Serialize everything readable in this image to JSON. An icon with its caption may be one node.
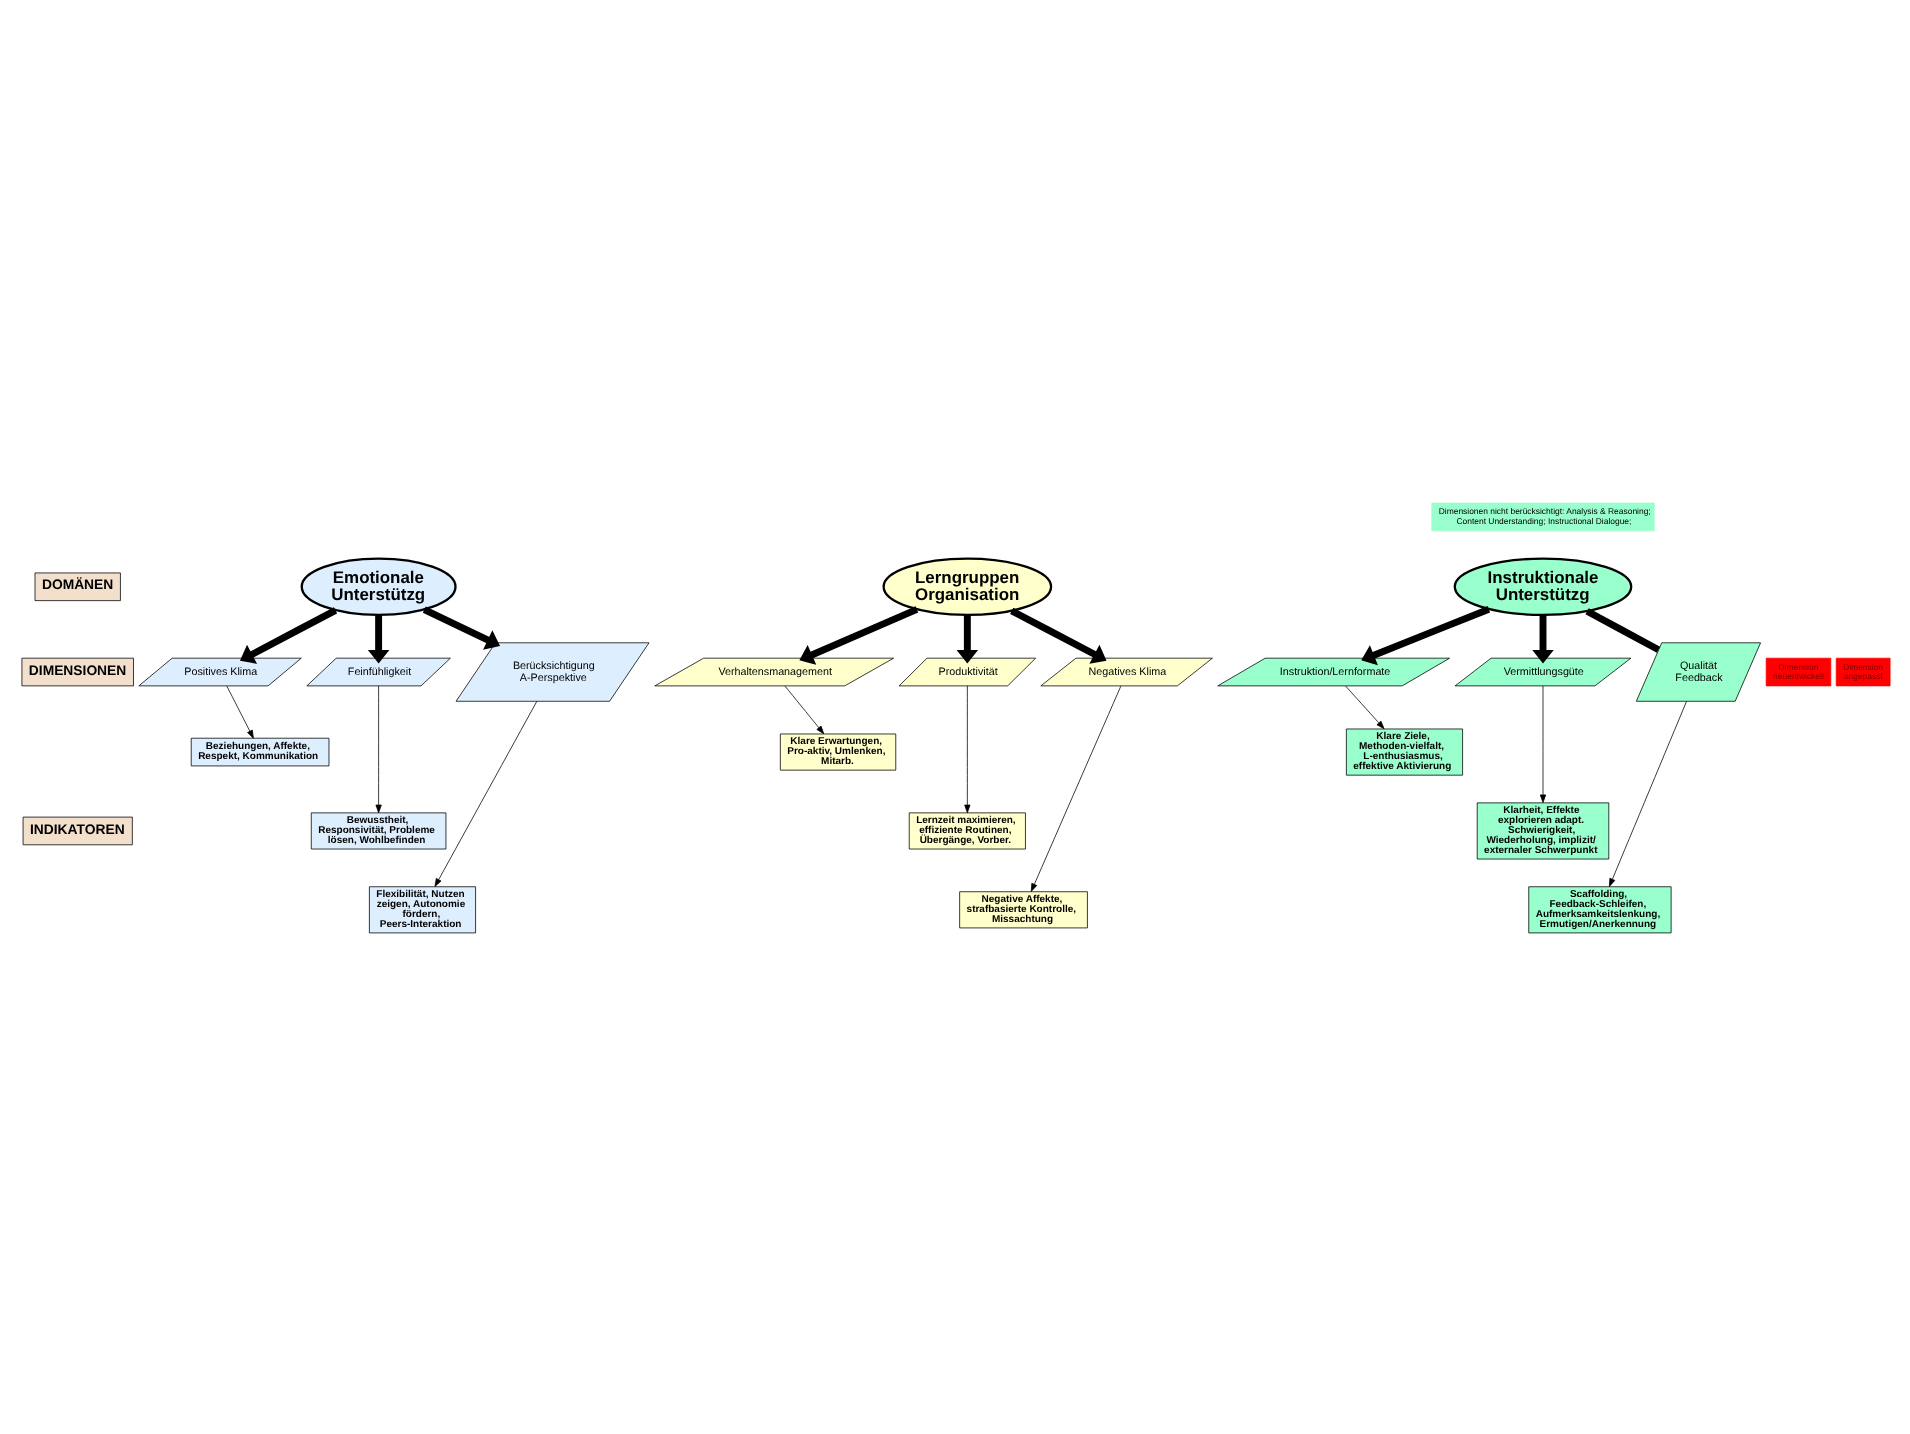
{
  "diagram": {
    "nodes": [
      {
        "text": [
          "DOMÄNEN"
        ]
      },
      {
        "text": [
          "DIMENSIONEN"
        ]
      },
      {
        "text": [
          "INDIKATOREN"
        ]
      },
      {
        "text": [
          "Emotionale Unterstützg"
        ]
      },
      {
        "text": [
          "Lerngruppen Organisation"
        ]
      },
      {
        "text": [
          "Instruktionale Unterstützg"
        ]
      },
      {
        "text": [
          "Dimensionen nicht berücksichtigt: Analysis & Reasoning; Content Understanding; Instructional Dialogue;"
        ]
      },
      {
        "text": [
          "Positives Klima"
        ]
      },
      {
        "text": [
          "Feinfühligkeit"
        ]
      },
      {
        "text": [
          "Berücksichtigung A-Perspektive"
        ]
      },
      {
        "text": [
          "Verhaltensmanagement"
        ]
      },
      {
        "text": [
          "Produktivität"
        ]
      },
      {
        "text": [
          "Negatives Klima"
        ]
      },
      {
        "text": [
          "Instruktion/Lernformate"
        ]
      },
      {
        "text": [
          "Vermittlungsgüte"
        ]
      },
      {
        "text": [
          "Qualität Feedback"
        ]
      },
      {
        "text": [
          "Dimension neuentwickelt"
        ]
      },
      {
        "text": [
          "Dimension angepasst"
        ]
      },
      {
        "text": [
          "Beziehungen, Affekte, Respekt, Kommunikation"
        ]
      },
      {
        "text": [
          "Bewusstheit, Responsivität, Probleme lösen, Wohlbefinden"
        ]
      },
      {
        "text": [
          "Flexibilität, Nutzen zeigen, Autonomie fördern, Peers-Interaktion"
        ]
      },
      {
        "text": [
          "Klare Erwartungen, Pro-aktiv, Umlenken, Mitarb."
        ]
      },
      {
        "text": [
          "Lernzeit maximieren, effiziente Routinen, Übergänge, Vorber."
        ]
      },
      {
        "text": [
          "Negative Affekte, strafbasierte Kontrolle, Missachtung"
        ]
      },
      {
        "text": [
          "Klare Ziele, Methoden-vielfalt,  L-enthusiasmus, effektive Aktivierung"
        ]
      },
      {
        "text": [
          "Klarheit, Effekte explorieren adapt. Schwierigkeit, Wiederholung, implizit/ externaler Schwerpunkt"
        ]
      },
      {
        "text": [
          "Scaffolding, Feedback-Schleifen, Aufmerksamkeitslenkung, Ermutigen/Anerkennung"
        ]
      }
    ],
    "edges": [
      {
        "from": 3,
        "to": 7,
        "arrow": "to",
        "style": "thick"
      },
      {
        "from": 3,
        "to": 8,
        "arrow": "to",
        "style": "thick"
      },
      {
        "from": 3,
        "to": 9,
        "arrow": "to",
        "style": "thick"
      },
      {
        "from": 4,
        "to": 10,
        "arrow": "to",
        "style": "thick"
      },
      {
        "from": 4,
        "to": 11,
        "arrow": "to",
        "style": "thick"
      },
      {
        "from": 4,
        "to": 12,
        "arrow": "to",
        "style": "thick"
      },
      {
        "from": 5,
        "to": 13,
        "arrow": "to",
        "style": "thick"
      },
      {
        "from": 5,
        "to": 14,
        "arrow": "to",
        "style": "thick"
      },
      {
        "from": 5,
        "to": 15,
        "arrow": "none",
        "style": "thick"
      },
      {
        "from": 7,
        "to": 18,
        "arrow": "to"
      },
      {
        "from": 8,
        "to": 19,
        "arrow": "to"
      },
      {
        "from": 9,
        "to": 20,
        "arrow": "to"
      },
      {
        "from": 10,
        "to": 21,
        "arrow": "to"
      },
      {
        "from": 11,
        "to": 22,
        "arrow": "to"
      },
      {
        "from": 12,
        "to": 23,
        "arrow": "to"
      },
      {
        "from": 13,
        "to": 24,
        "arrow": "to"
      },
      {
        "from": 14,
        "to": 25,
        "arrow": "to"
      },
      {
        "from": 15,
        "to": 26,
        "arrow": "to"
      }
    ]
  }
}
